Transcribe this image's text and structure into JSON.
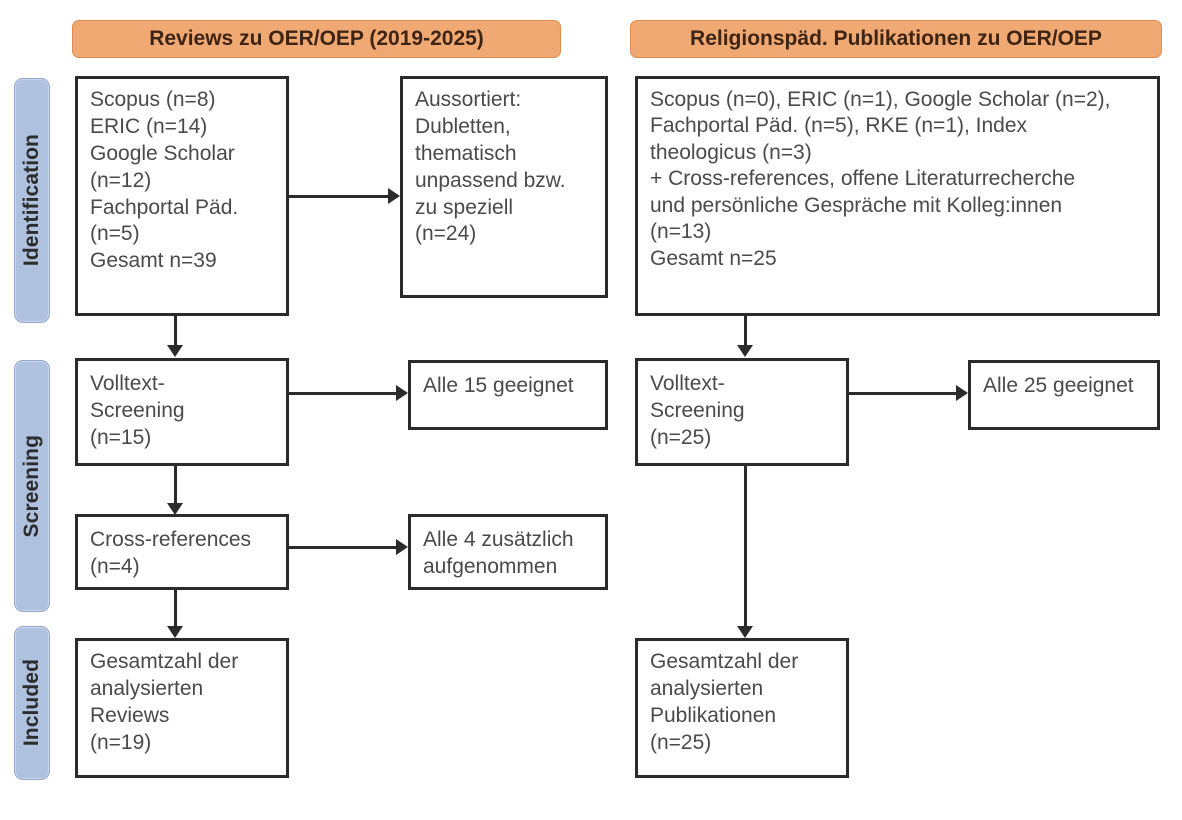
{
  "stages": [
    {
      "id": "identification",
      "label": "Identification"
    },
    {
      "id": "screening",
      "label": "Screening"
    },
    {
      "id": "included",
      "label": "Included"
    }
  ],
  "columns": {
    "left": {
      "header": "Reviews zu OER/OEP (2019-2025)"
    },
    "right": {
      "header": "Religionspäd. Publikationen zu OER/OEP"
    }
  },
  "nodes": {
    "left_identification": "Scopus (n=8)\nERIC (n=14)\nGoogle Scholar\n(n=12)\nFachportal Päd.\n(n=5)\nGesamt n=39",
    "left_excluded": "Aussortiert:\nDubletten,\nthematisch\nunpassend bzw.\nzu speziell\n(n=24)",
    "left_fulltext": "Volltext-\nScreening\n(n=15)",
    "left_fulltext_result": "Alle 15 geeignet",
    "left_crossrefs": "Cross-references\n(n=4)",
    "left_crossrefs_result": "Alle 4 zusätzlich\naufgenommen",
    "left_included": "Gesamtzahl der\nanalysierten\nReviews\n(n=19)",
    "right_identification": "Scopus (n=0), ERIC (n=1), Google Scholar (n=2),\nFachportal Päd. (n=5), RKE (n=1), Index\ntheologicus (n=3)\n+ Cross-references, offene Literaturrecherche\nund persönliche Gespräche mit Kolleg:innen\n(n=13)\nGesamt n=25",
    "right_fulltext": "Volltext-\nScreening\n(n=25)",
    "right_fulltext_result": "Alle 25 geeignet",
    "right_included": "Gesamtzahl der\nanalysierten\nPublikationen\n(n=25)"
  },
  "colors": {
    "stage_pill": "#aec1de",
    "column_header": "#f0a973",
    "box_border": "#2b2b2b",
    "text": "#4a4a4a",
    "background": "#ffffff"
  }
}
